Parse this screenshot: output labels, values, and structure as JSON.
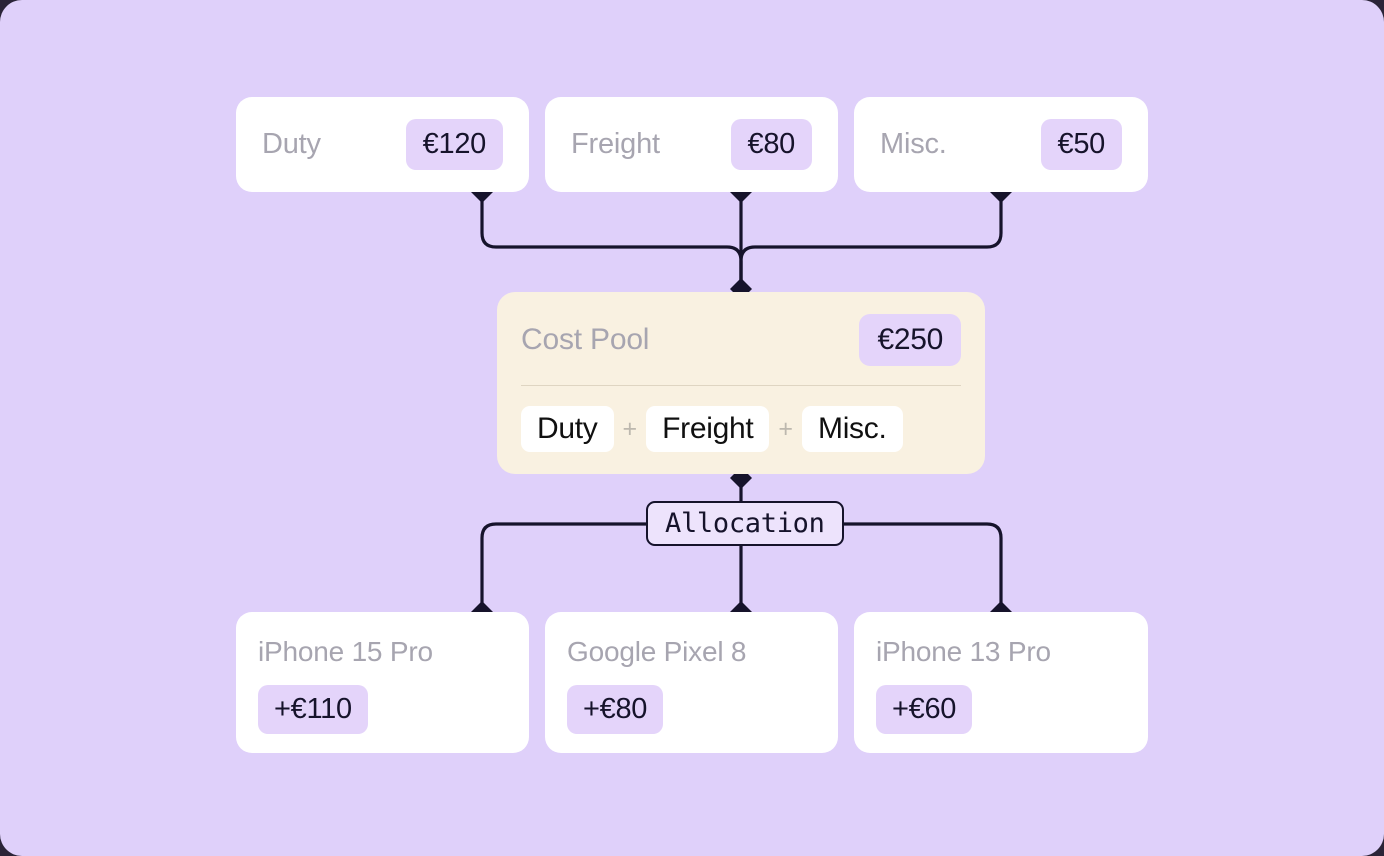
{
  "theme": {
    "canvas_bg": "#DFD0FA",
    "card_bg": "#FFFFFF",
    "pool_bg": "#F9F1E1",
    "badge_bg": "#E4D4FA",
    "badge_text": "#16132B",
    "label_text": "#A7A5B0",
    "wire_color": "#16132B"
  },
  "sources": [
    {
      "label": "Duty",
      "amount": "€120"
    },
    {
      "label": "Freight",
      "amount": "€80"
    },
    {
      "label": "Misc.",
      "amount": "€50"
    }
  ],
  "cost_pool": {
    "title": "Cost Pool",
    "amount": "€250",
    "terms": [
      "Duty",
      "Freight",
      "Misc."
    ],
    "operator": "+"
  },
  "edge_label": {
    "text": "Allocation"
  },
  "destinations": [
    {
      "label": "iPhone 15 Pro",
      "amount": "+€110"
    },
    {
      "label": "Google Pixel 8",
      "amount": "+€80"
    },
    {
      "label": "iPhone 13 Pro",
      "amount": "+€60"
    }
  ]
}
